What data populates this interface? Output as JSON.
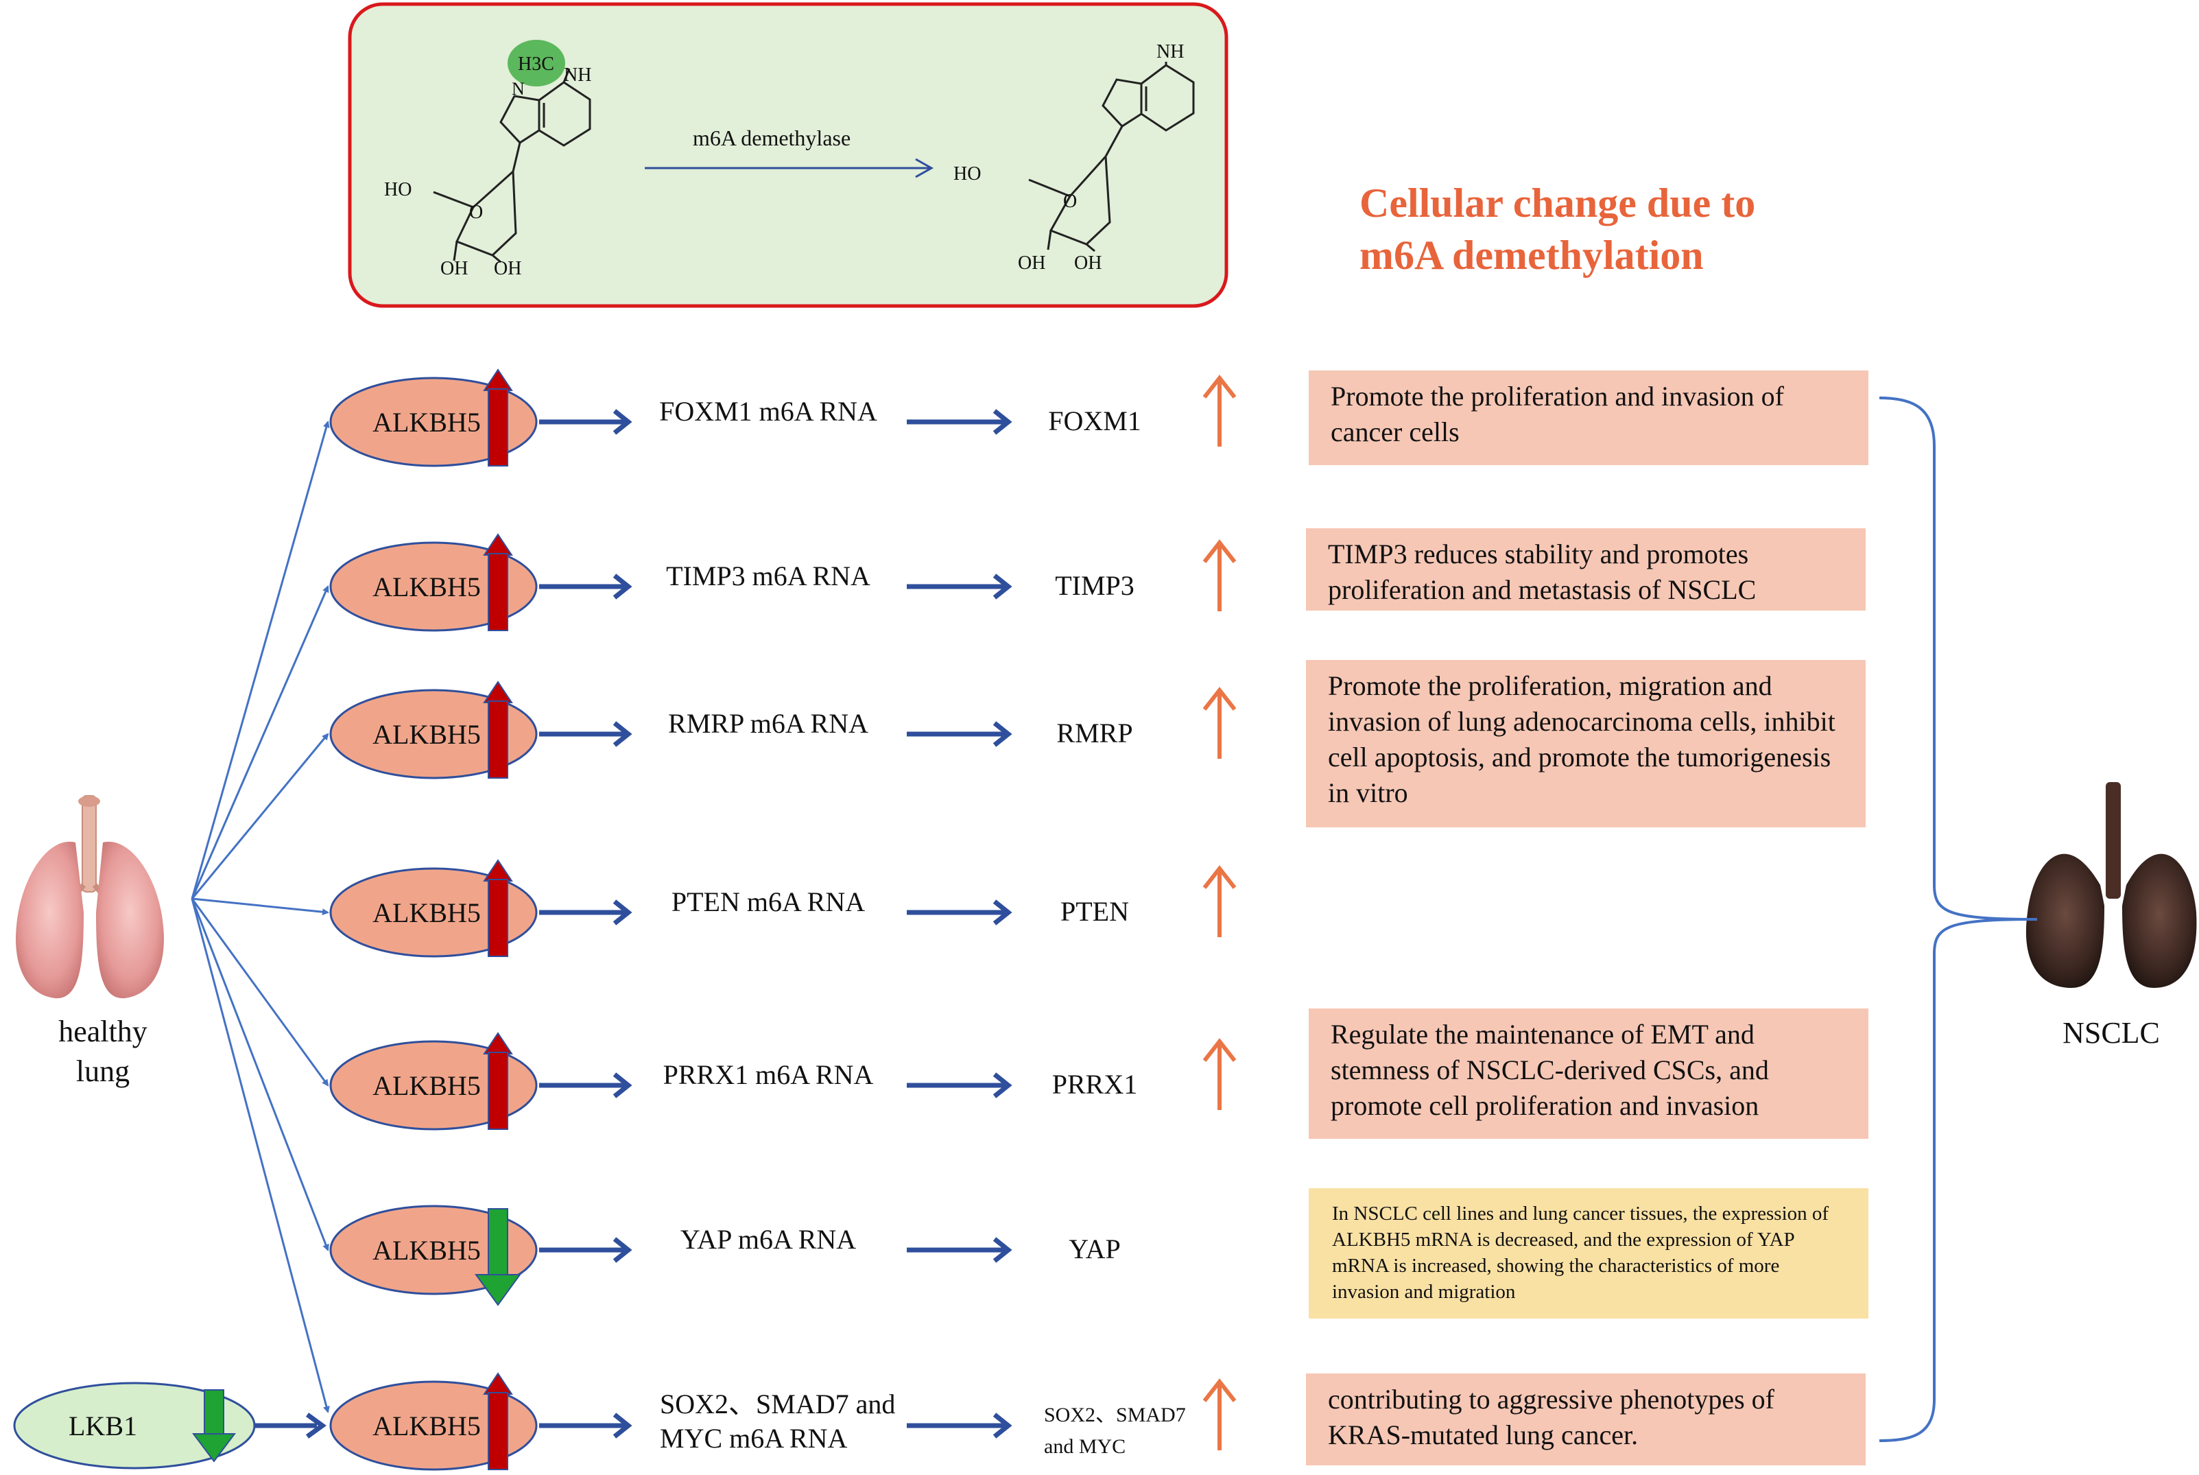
{
  "reaction": {
    "enzyme_label": "m6A demethylase",
    "methyl_group": "H3C",
    "nh_label": "NH",
    "ho_label": "HO",
    "oh_label": "OH",
    "n_label": "N",
    "o_label": "O"
  },
  "title": {
    "line1": "Cellular change due to",
    "line2": "m6A demethylation"
  },
  "source": {
    "line1": "healthy",
    "line2": "lung"
  },
  "upstream": {
    "label": "LKB1",
    "direction": "down"
  },
  "outcome": {
    "label": "NSCLC"
  },
  "rows": [
    {
      "enzyme": "ALKBH5",
      "enzyme_change": "up",
      "rna_lines": [
        "FOXM1 m6A RNA"
      ],
      "target_lines": [
        "FOXM1"
      ],
      "target_change": "up",
      "effect": "Promote the proliferation and invasion of cancer cells",
      "effect_style": "pink"
    },
    {
      "enzyme": "ALKBH5",
      "enzyme_change": "up",
      "rna_lines": [
        "TIMP3 m6A RNA"
      ],
      "target_lines": [
        "TIMP3"
      ],
      "target_change": "up",
      "effect": "TIMP3 reduces stability and promotes proliferation and metastasis of NSCLC",
      "effect_style": "pink"
    },
    {
      "enzyme": "ALKBH5",
      "enzyme_change": "up",
      "rna_lines": [
        "RMRP m6A RNA"
      ],
      "target_lines": [
        "RMRP"
      ],
      "target_change": "up",
      "effect": "Promote the proliferation, migration and invasion of lung adenocarcinoma cells, inhibit cell apoptosis, and promote the tumorigenesis in vitro",
      "effect_style": "pink"
    },
    {
      "enzyme": "ALKBH5",
      "enzyme_change": "up",
      "rna_lines": [
        "PTEN m6A RNA"
      ],
      "target_lines": [
        "PTEN"
      ],
      "target_change": "up",
      "effect": "",
      "effect_style": "none"
    },
    {
      "enzyme": "ALKBH5",
      "enzyme_change": "up",
      "rna_lines": [
        "PRRX1 m6A RNA"
      ],
      "target_lines": [
        "PRRX1"
      ],
      "target_change": "up",
      "effect": "Regulate the maintenance of EMT and stemness of NSCLC-derived CSCs, and promote cell proliferation and invasion",
      "effect_style": "pink"
    },
    {
      "enzyme": "ALKBH5",
      "enzyme_change": "down",
      "rna_lines": [
        "YAP m6A RNA"
      ],
      "target_lines": [
        "YAP"
      ],
      "target_change": "none",
      "effect": "In NSCLC cell lines and lung cancer tissues, the expression of ALKBH5 mRNA is decreased, and the expression of YAP mRNA is increased, showing the characteristics of more invasion and migration",
      "effect_style": "yellow"
    },
    {
      "enzyme": "ALKBH5",
      "enzyme_change": "up",
      "rna_lines": [
        "SOX2、SMAD7 and",
        "MYC m6A RNA"
      ],
      "target_lines": [
        "SOX2、SMAD7",
        "and MYC"
      ],
      "target_change": "up",
      "effect": "contributing to aggressive phenotypes of KRAS-mutated lung cancer.",
      "effect_style": "pink"
    }
  ],
  "colors": {
    "reaction_bg": "#e2efd9",
    "reaction_border": "#d9191c",
    "enzyme_fill": "#f0a58a",
    "enzyme_border": "#2f4f9c",
    "lkb1_fill": "#d6eecb",
    "arrow_blue": "#2f4f9c",
    "branch_blue": "#4472c4",
    "up_red": "#c00000",
    "down_green": "#1fa332",
    "orange_arrow": "#ea7645",
    "title": "#e8643b",
    "effect_pink": "#f6c7b5",
    "effect_yellow": "#f9e1a4",
    "methyl_green": "#5cb85c"
  }
}
